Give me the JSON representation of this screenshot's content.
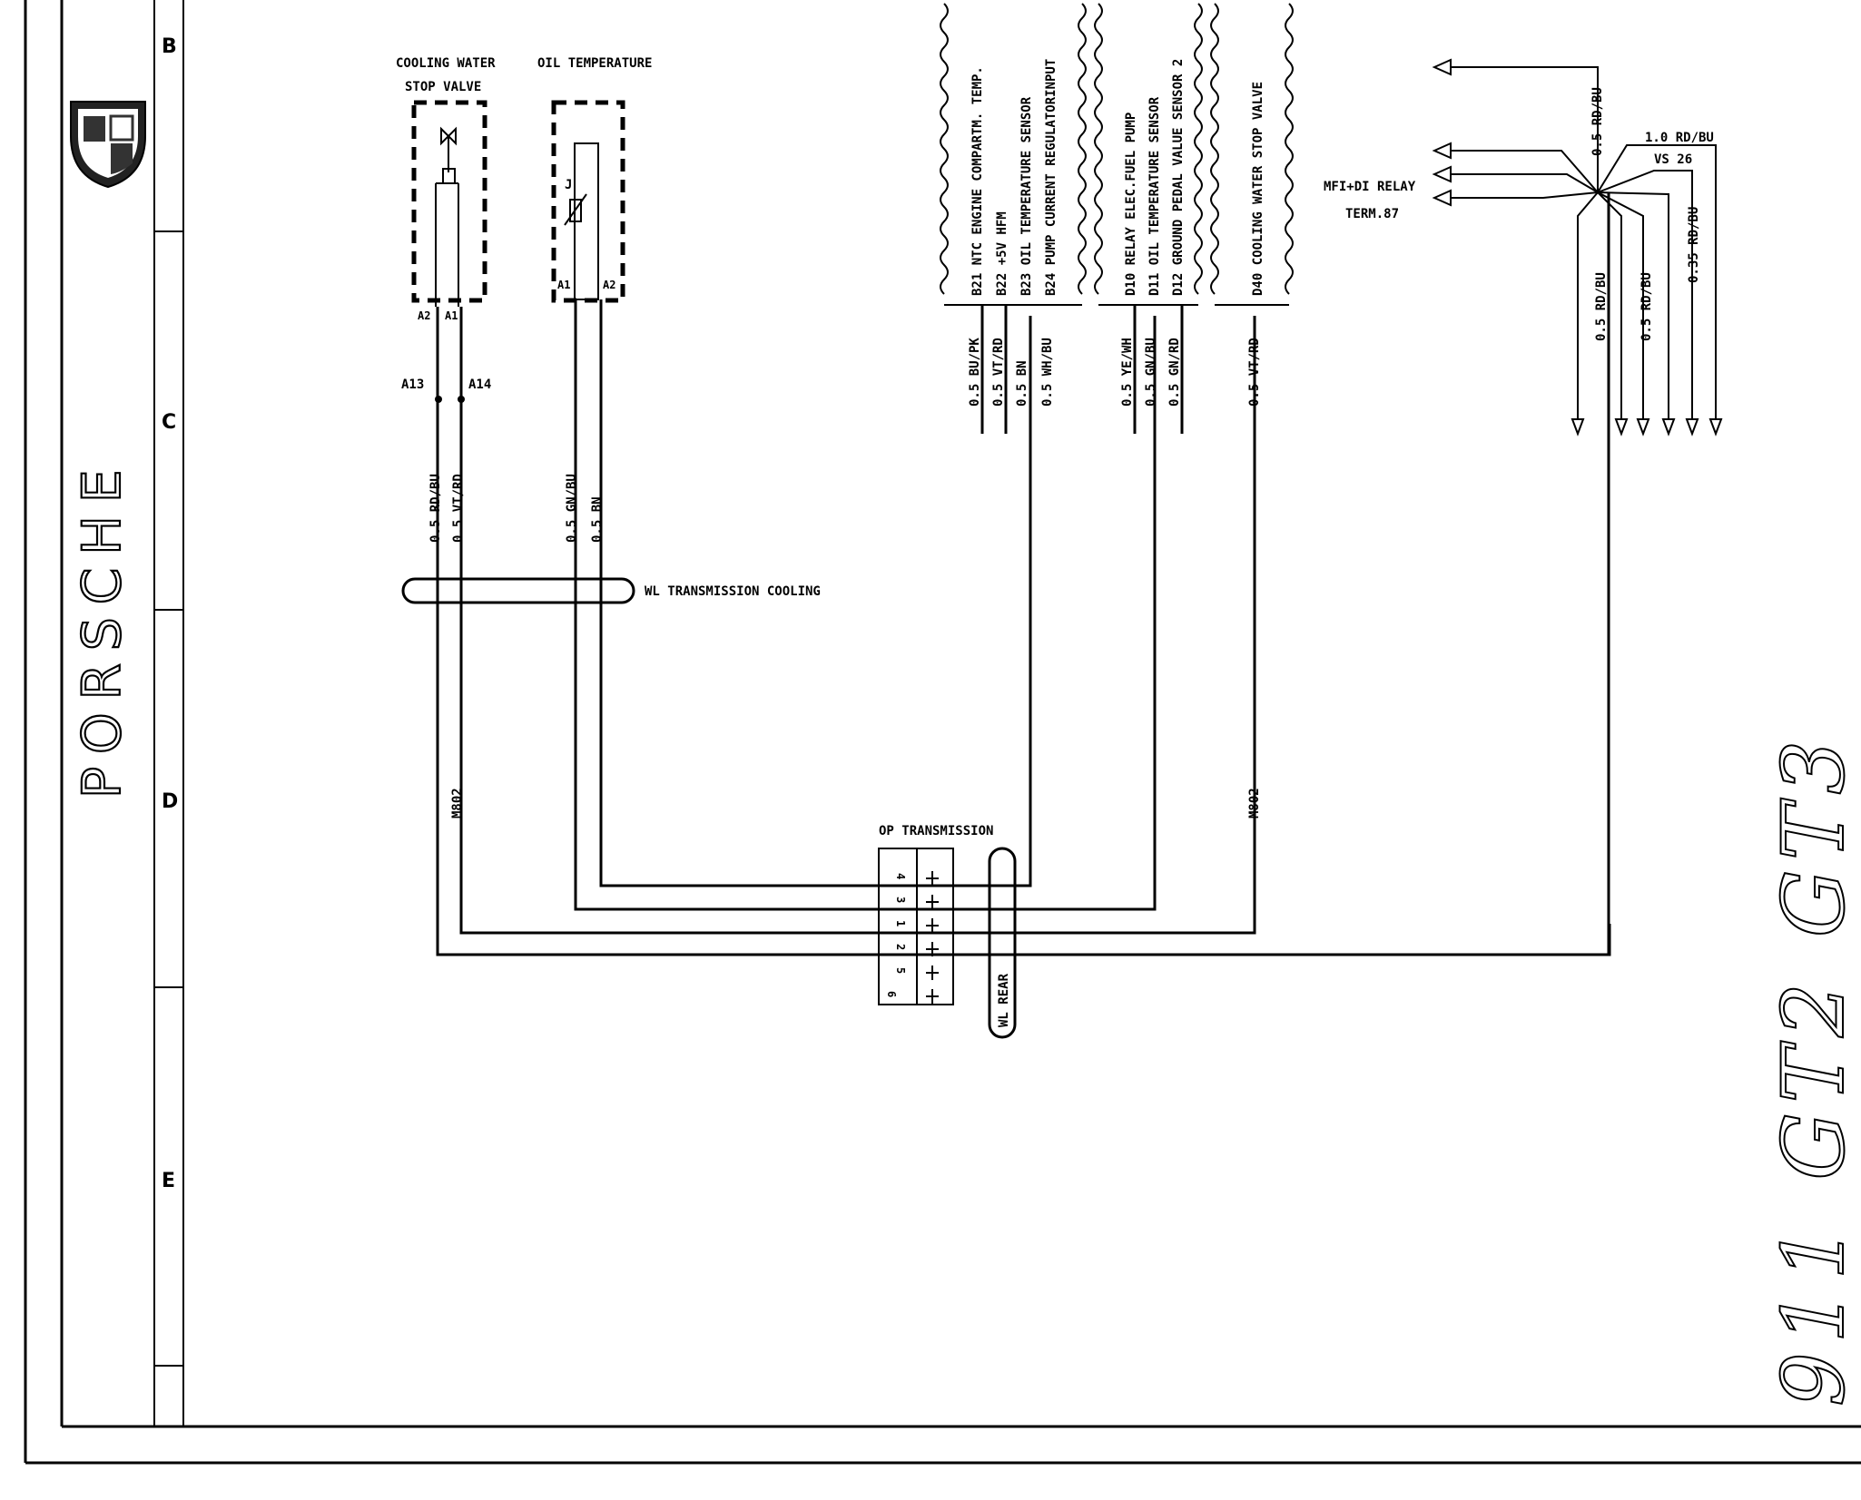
{
  "zones": [
    "B",
    "C",
    "D",
    "E"
  ],
  "brand": {
    "name": "PORSCHE",
    "crest_icon": "porsche-crest-icon"
  },
  "model_watermark": "911 GT2 GT3",
  "components": {
    "cooling_valve": {
      "title_line1": "COOLING WATER",
      "title_line2": "STOP VALVE",
      "pin_a2": "A2",
      "pin_a1": "A1",
      "icon": "valve-icon"
    },
    "oil_temp": {
      "title": "OIL TEMPERATURE",
      "pin_a1": "A1",
      "pin_a2": "A2",
      "icon": "temperature-sensor-icon",
      "sensor_letter": "J"
    }
  },
  "connectors": {
    "a13": "A13",
    "a14": "A14"
  },
  "wires_left": {
    "w1": "0.5 RD/BU",
    "w2": "0.5 VT/RD",
    "w3": "0.5 GN/BU",
    "w4": "0.5 BN"
  },
  "ground_label_left": "M802",
  "ground_label_right": "M802",
  "harness": {
    "transmission_cooling": "WL TRANSMISSION COOLING",
    "rear": "WL REAR"
  },
  "control_unit_pins": [
    {
      "label": "B21 NTC ENGINE COMPARTM. TEMP.",
      "wire": "0.5 BU/PK"
    },
    {
      "label": "B22 +5V HFM",
      "wire": "0.5 VT/RD"
    },
    {
      "label": "B23 OIL TEMPERATURE SENSOR",
      "wire": "0.5 BN"
    },
    {
      "label": "B24 PUMP CURRENT REGULATORINPUT",
      "wire": "0.5 WH/BU"
    },
    {
      "label": "D10 RELAY  ELEC.FUEL PUMP",
      "wire": "0.5 YE/WH"
    },
    {
      "label": "D11 OIL TEMPERATURE SENSOR",
      "wire": "0.5 GN/BU"
    },
    {
      "label": "D12 GROUND PEDAL VALUE SENSOR 2",
      "wire": "0.5 GN/RD"
    },
    {
      "label": "D40 COOLING WATER STOP VALVE",
      "wire": "0.5 VT/RD"
    }
  ],
  "relay": {
    "label_line1": "MFI+DI RELAY",
    "label_line2": "TERM.87",
    "top_wire": "0.5 RD/BU",
    "right_wire": "1.0 RD/BU",
    "right_sub": "VS 26",
    "drop1": "0.5 RD/BU",
    "drop2": "0.5 RD/BU",
    "drop3": "0.35 RD/BU"
  },
  "transmission_connector": {
    "title": "OP TRANSMISSION",
    "pins": [
      "4",
      "3",
      "1",
      "2",
      "5",
      "6"
    ]
  }
}
